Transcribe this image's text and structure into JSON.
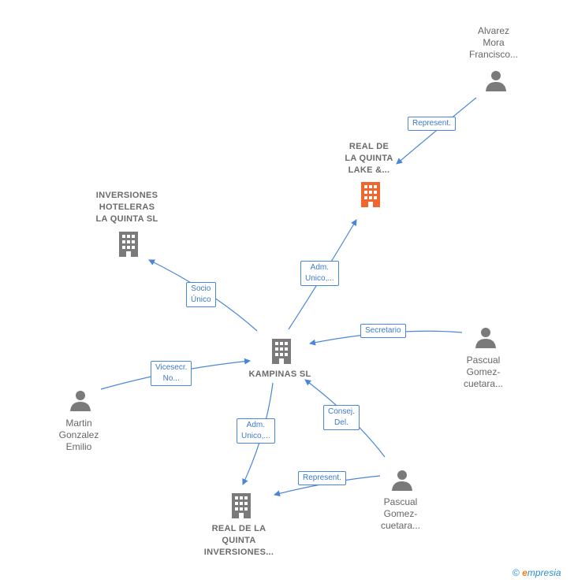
{
  "colors": {
    "edge": "#4a86d8",
    "company": "#7a7a7a",
    "highlight": "#f0672e",
    "person": "#7a7a7a"
  },
  "nodes": {
    "alvarez": {
      "label": "Alvarez\nMora\nFrancisco..."
    },
    "real_quinta_lake": {
      "label": "REAL DE\nLA QUINTA\nLAKE &..."
    },
    "inversiones_hoteleras": {
      "label": "INVERSIONES\nHOTELERAS\nLA QUINTA SL"
    },
    "kampinas": {
      "label": "KAMPINAS SL"
    },
    "pascual_right": {
      "label": "Pascual\nGomez-\ncuetara..."
    },
    "martin": {
      "label": "Martin\nGonzalez\nEmilio"
    },
    "real_quinta_inversiones": {
      "label": "REAL DE LA\nQUINTA\nINVERSIONES..."
    },
    "pascual_bottom": {
      "label": "Pascual\nGomez-\ncuetara..."
    }
  },
  "edges": {
    "represent_top": "Represent.",
    "adm_unico_top": "Adm.\nUnico,...",
    "socio_unico": "Socio\nÚnico",
    "secretario": "Secretario",
    "vicesecr": "Vicesecr.\nNo...",
    "consej_del": "Consej.\nDel.",
    "adm_unico_bottom": "Adm.\nUnico,...",
    "represent_bottom": "Represent."
  },
  "footer": {
    "copyright": "©",
    "brand_initial": "e",
    "brand_rest": "mpresia"
  }
}
